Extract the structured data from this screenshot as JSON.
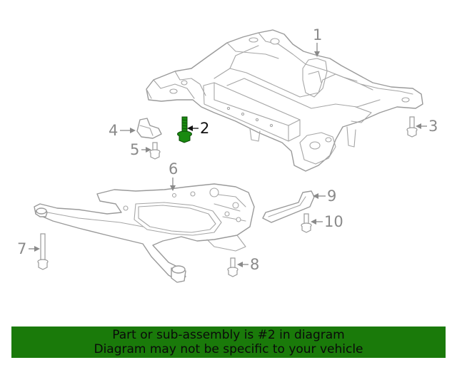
{
  "diagram": {
    "callouts": [
      {
        "id": "1",
        "label": "1"
      },
      {
        "id": "2",
        "label": "2",
        "highlighted": true
      },
      {
        "id": "3",
        "label": "3"
      },
      {
        "id": "4",
        "label": "4"
      },
      {
        "id": "5",
        "label": "5"
      },
      {
        "id": "6",
        "label": "6"
      },
      {
        "id": "7",
        "label": "7"
      },
      {
        "id": "8",
        "label": "8"
      },
      {
        "id": "9",
        "label": "9"
      },
      {
        "id": "10",
        "label": "10"
      }
    ],
    "highlight_color": "#1a8a10",
    "line_color": "#9a9a9a"
  },
  "banner": {
    "line1": "Part or sub-assembly is #2 in diagram",
    "line2": "Diagram may not be specific to your vehicle",
    "background": "#1a7a0a"
  }
}
